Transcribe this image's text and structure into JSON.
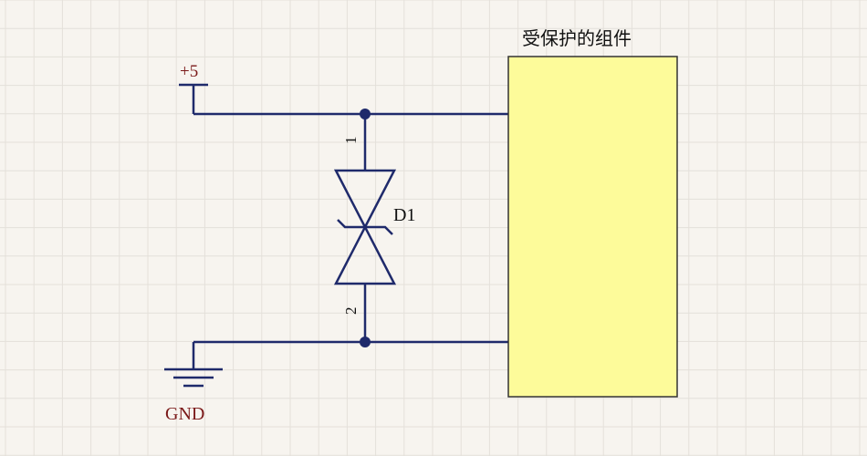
{
  "colors": {
    "background": "#f7f4ef",
    "grid": "#e4e0da",
    "wire": "#1f2a6b",
    "power_label": "#7a1818",
    "diode": "#1f2a6b",
    "component_fill": "#fdfb9a",
    "component_stroke": "#333333",
    "text_dark": "#111111"
  },
  "power": {
    "vcc_label": "+5",
    "gnd_label": "GND"
  },
  "diode": {
    "designator": "D1",
    "pin1": "1",
    "pin2": "2",
    "type": "bidirectional-tvs"
  },
  "component": {
    "title": "受保护的组件"
  }
}
